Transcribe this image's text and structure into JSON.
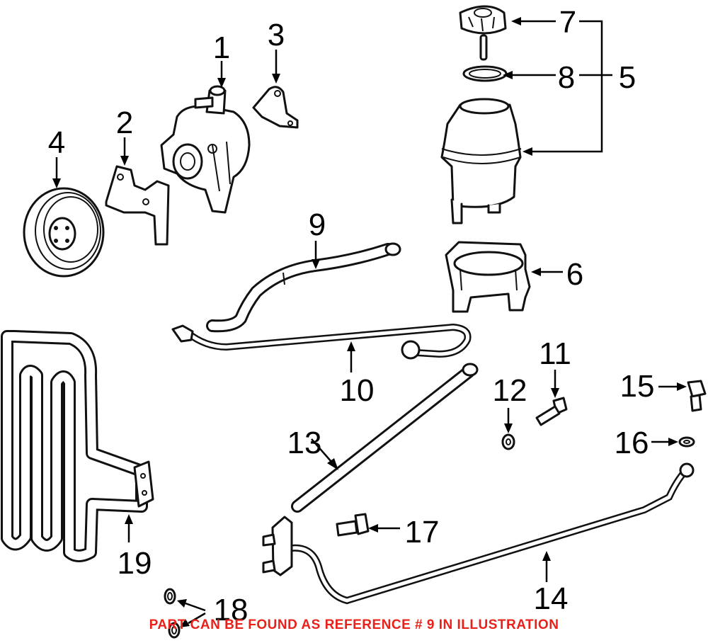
{
  "diagram": {
    "callouts": [
      "1",
      "2",
      "3",
      "4",
      "5",
      "6",
      "7",
      "8",
      "9",
      "10",
      "11",
      "12",
      "13",
      "14",
      "15",
      "16",
      "17",
      "18",
      "19"
    ]
  },
  "footnote": {
    "text": "PART CAN BE FOUND AS REFERENCE # 9 IN ILLUSTRATION",
    "color": "#e8211a"
  }
}
